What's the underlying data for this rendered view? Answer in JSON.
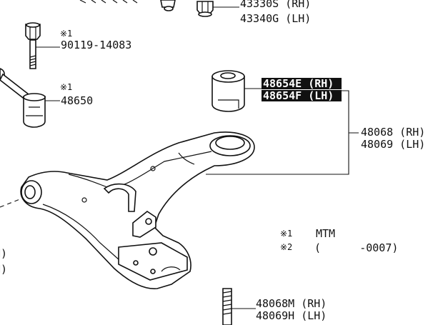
{
  "labels": {
    "part_43330s": "43330S (RH)",
    "part_43340g": "43340G (LH)",
    "note_bolt": "※1",
    "part_bolt": "90119-14083",
    "note_48650": "※1",
    "part_48650": "48650",
    "part_48654e": "48654E (RH)",
    "part_48654f": "48654F (LH)",
    "part_48068": "48068 (RH)",
    "part_48069": "48069 (LH)",
    "legend_1_mark": "※1",
    "legend_1_text": "MTM",
    "legend_2_mark": "※2",
    "legend_2_text": "(      -0007)",
    "part_48068m": "48068M (RH)",
    "part_48069h": "48069H (LH)",
    "edge_left_1": "H)",
    "edge_left_2": "H)"
  },
  "icons": {
    "bushing": "bushing-icon",
    "bolt": "bolt-icon",
    "ball_joint": "ball-joint-icon",
    "arm": "lower-arm-icon",
    "stud": "stud-bolt-icon"
  },
  "colors": {
    "ink": "#111111",
    "paper": "#ffffff",
    "highlight_bg": "#111111",
    "highlight_fg": "#ffffff"
  }
}
